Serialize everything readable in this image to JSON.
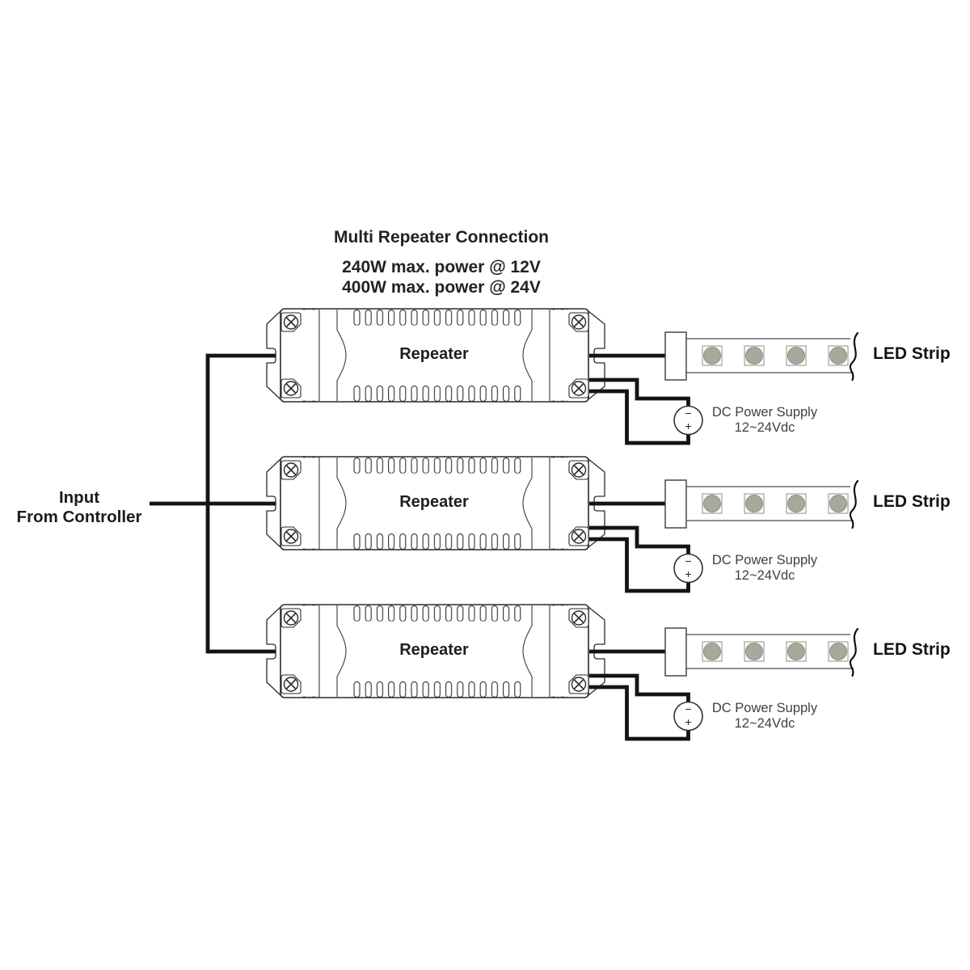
{
  "title": {
    "line1": "Multi Repeater Connection",
    "line2": "240W max. power @ 12V",
    "line3": "400W max. power @ 24V"
  },
  "input_label": {
    "line1": "Input",
    "line2": "From Controller"
  },
  "rows": [
    {
      "repeater_label": "Repeater",
      "led_strip_label": "LED Strip",
      "dc_supply_name": "DC Power Supply",
      "dc_supply_voltage": "12~24Vdc",
      "dc_minus": "−",
      "dc_plus": "+"
    },
    {
      "repeater_label": "Repeater",
      "led_strip_label": "LED Strip",
      "dc_supply_name": "DC Power Supply",
      "dc_supply_voltage": "12~24Vdc",
      "dc_minus": "−",
      "dc_plus": "+"
    },
    {
      "repeater_label": "Repeater",
      "led_strip_label": "LED Strip",
      "dc_supply_name": "DC Power Supply",
      "dc_supply_voltage": "12~24Vdc",
      "dc_minus": "−",
      "dc_plus": "+"
    }
  ],
  "colors": {
    "background": "#ffffff",
    "line_color": "#2b2b2b",
    "wire_color": "#141414",
    "led_dot_color": "#a9a89d",
    "text_color": "#1f1f1f"
  }
}
